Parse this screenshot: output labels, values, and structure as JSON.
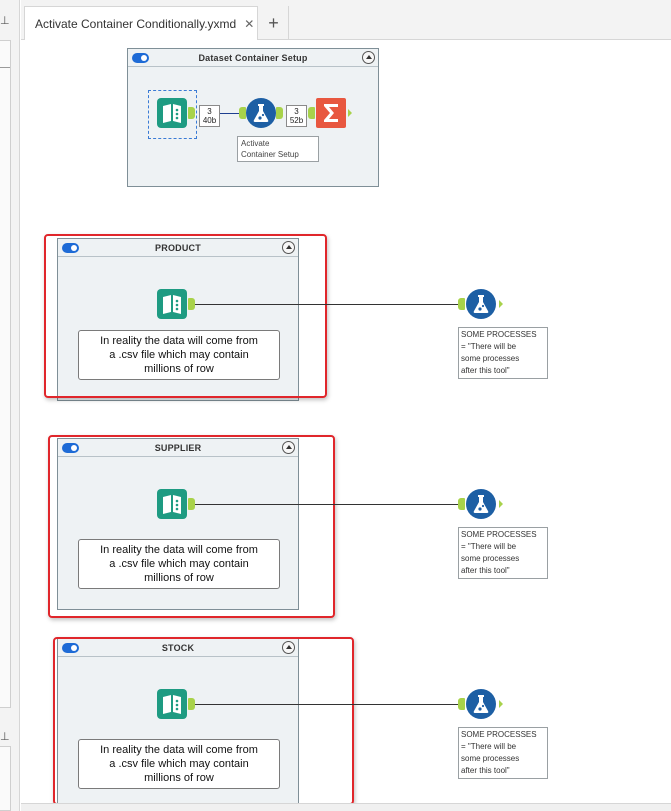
{
  "tabs": [
    {
      "label": "Activate Container Conditionally.yxmd",
      "close_glyph": "✕"
    }
  ],
  "add_tab_glyph": "+",
  "pin_glyph": "⊥",
  "setup_container": {
    "title": "Dataset Container Setup",
    "input_count": "3",
    "input_size": "40b",
    "output_count": "3",
    "output_size": "52b",
    "tool_annotation_line1": "Activate",
    "tool_annotation_line2": "Container Setup"
  },
  "containers": [
    {
      "title": "PRODUCT",
      "note_line1": "In reality the data will come from",
      "note_line2": "a .csv file which may contain",
      "note_line3": "millions of row"
    },
    {
      "title": "SUPPLIER",
      "note_line1": "In reality the data will come from",
      "note_line2": "a .csv file which may contain",
      "note_line3": "millions of row"
    },
    {
      "title": "STOCK",
      "note_line1": "In reality the data will come from",
      "note_line2": "a .csv file which may contain",
      "note_line3": "millions of row"
    }
  ],
  "processes": [
    {
      "line1": "SOME PROCESSES",
      "line2": "= \"There will be",
      "line3": "some processes",
      "line4": "after this tool\""
    },
    {
      "line1": "SOME PROCESSES",
      "line2": "= \"There will be",
      "line3": "some processes",
      "line4": "after this tool\""
    },
    {
      "line1": "SOME PROCESSES",
      "line2": "= \"There will be",
      "line3": "some processes",
      "line4": "after this tool\""
    }
  ],
  "icons": {
    "book": "book-icon",
    "flask": "flask-icon",
    "sum": "summarize-icon",
    "toggle": "toggle-icon",
    "collapse": "collapse-icon"
  },
  "colors": {
    "accent": "#1e6bd6",
    "book_tool": "#1e9b82",
    "flask_tool": "#1d5fa4",
    "sum_tool": "#e8573f",
    "anchor": "#a8d24a",
    "highlight": "#e0262b"
  }
}
